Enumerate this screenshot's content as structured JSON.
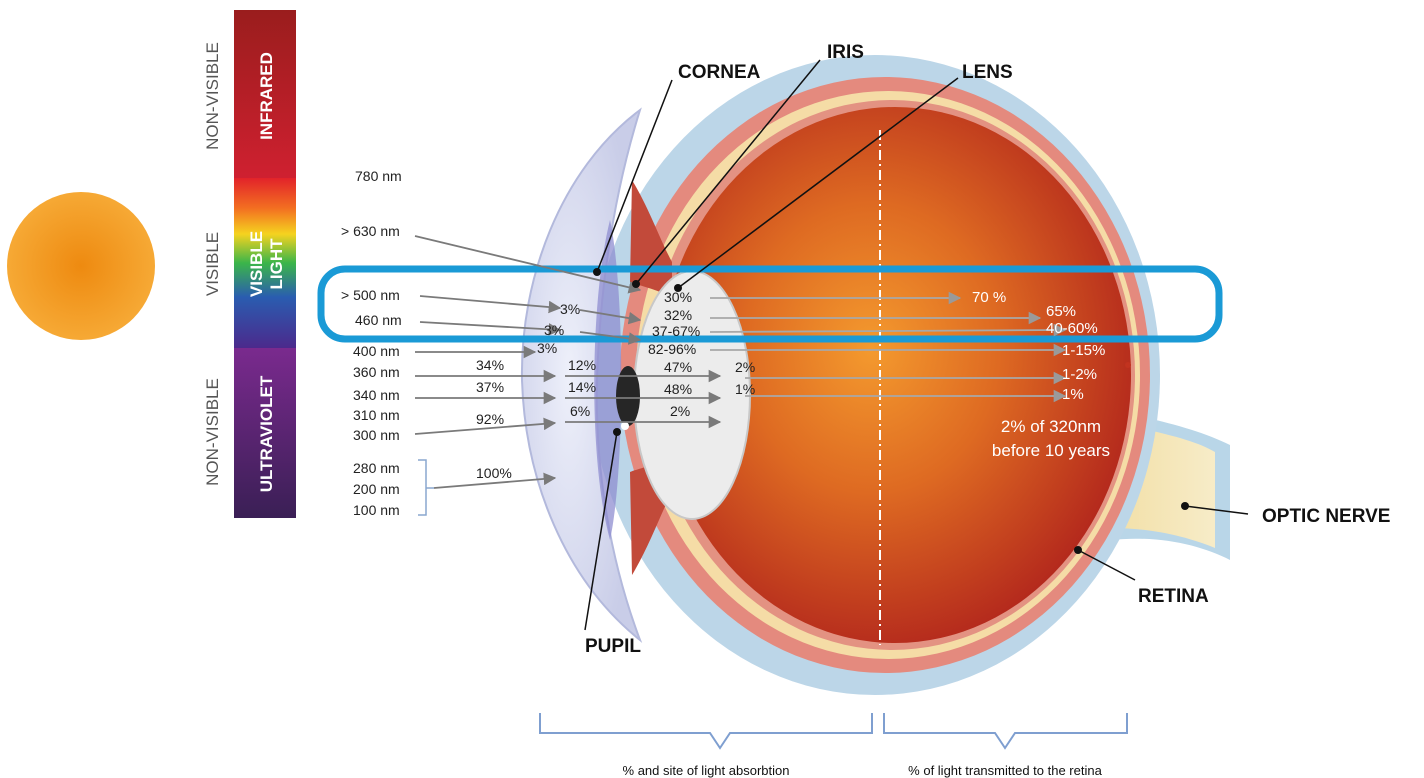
{
  "spectrum_bar": {
    "infrared": "INFRARED",
    "visible_line1": "VISIBLE",
    "visible_line2": "LIGHT",
    "ultraviolet": "ULTRAVIOLET"
  },
  "side_labels": {
    "top": "NON-VISIBLE",
    "middle": "VISIBLE",
    "bottom": "NON-VISIBLE"
  },
  "wavelengths": {
    "w780": "780 nm",
    "w630": "> 630 nm",
    "w500": "> 500 nm",
    "w460": "460 nm",
    "w400": "400 nm",
    "w360": "360 nm",
    "w340": "340 nm",
    "w310": "310 nm",
    "w300": "300 nm",
    "w280": "280 nm",
    "w200": "200 nm",
    "w100": "100 nm"
  },
  "cornea_absorption": {
    "r360": "34%",
    "r340": "37%",
    "r300": "92%",
    "r280": "100%"
  },
  "aqueous_absorption": {
    "r500": "3%",
    "r460": "3%",
    "r400": "3%",
    "r360": "12%",
    "r340": "14%",
    "r300": "6%"
  },
  "lens_absorption": {
    "r500": "30%",
    "r460": "32%",
    "r400": "37-67%",
    "r380": "82-96%",
    "r360": "47%",
    "r340": "48%",
    "r300": "2%"
  },
  "vitreous_absorption": {
    "r360": "2%",
    "r340": "1%"
  },
  "retina_transmission": {
    "r500": "70 %",
    "r460": "65%",
    "r400": "40-60%",
    "r380": "1-15%",
    "r360": "1-2%",
    "r340": "1%",
    "note_line1": "2% of 320nm",
    "note_line2": "before 10 years"
  },
  "anatomy": {
    "cornea": "CORNEA",
    "iris": "IRIS",
    "lens": "LENS",
    "pupil": "PUPIL",
    "retina": "RETINA",
    "optic_nerve": "OPTIC NERVE"
  },
  "captions": {
    "absorption": "% and site of light absorbtion",
    "transmission": "% of light transmitted to the retina"
  },
  "colors": {
    "highlight": "#1a9ad6",
    "sun": "#f29a1f",
    "eye_interior": "#c2331f",
    "arrow": "#7a7a7a"
  }
}
